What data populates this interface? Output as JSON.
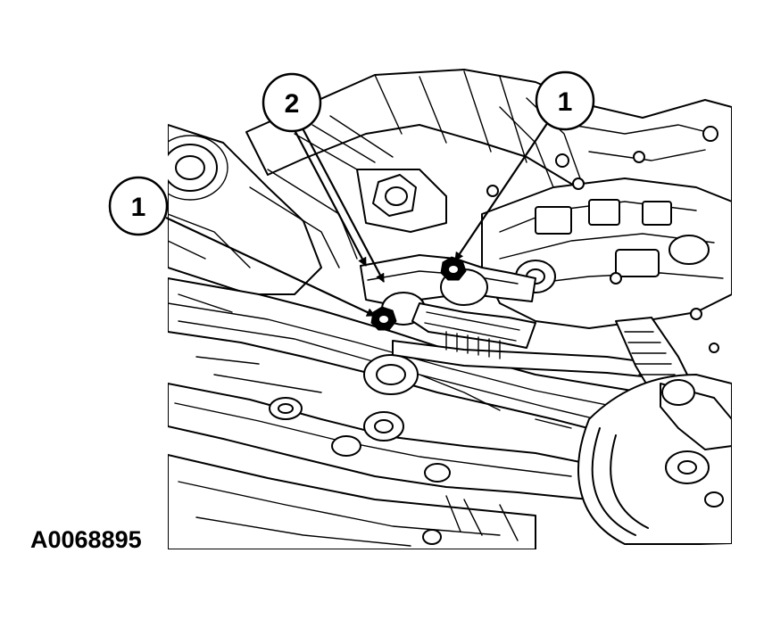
{
  "figure": {
    "id_label": "A0068895"
  },
  "callouts": [
    {
      "key": "callout-1-left",
      "label": "1"
    },
    {
      "key": "callout-2",
      "label": "2"
    },
    {
      "key": "callout-1-right",
      "label": "1"
    }
  ],
  "colors": {
    "line": "#000000",
    "background": "#ffffff"
  }
}
